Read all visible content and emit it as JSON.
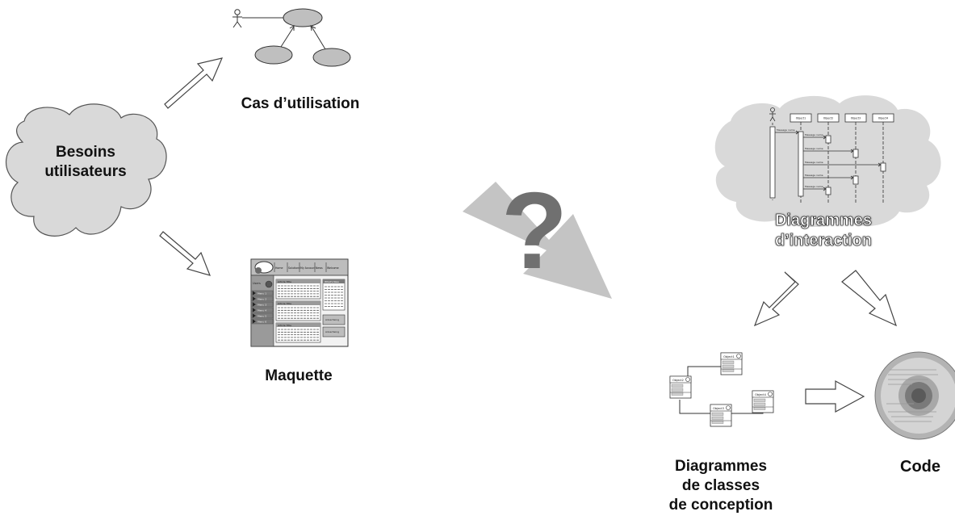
{
  "labels": {
    "besoins": [
      "Besoins",
      "utilisateurs"
    ],
    "cas_utilisation": "Cas d’utilisation",
    "maquette": "Maquette",
    "question_mark": "?",
    "diagrammes_interaction": [
      "Diagrammes",
      "d’interaction"
    ],
    "diagrammes_classes": [
      "Diagrammes",
      "de classes",
      "de conception"
    ],
    "code": "Code"
  },
  "mockup": {
    "nav_items": [
      "Home",
      "Solutions",
      "My Account",
      "News",
      "Welcome"
    ],
    "user_label": "Users",
    "side_menu": [
      "Menu 1",
      "Menu 2",
      "Menu 3",
      "Menu 4",
      "Menu 5",
      "Menu 6"
    ],
    "panel_titles": [
      "Article Title",
      "Article Title",
      "Article Title"
    ],
    "right_title": "What's New",
    "buttons": [
      "Advertising",
      "Advertising"
    ]
  },
  "sequence": {
    "objects": [
      "Object1",
      "Object2",
      "Object3",
      "Object4"
    ],
    "messages": [
      "Message name",
      "Message name",
      "Message name",
      "Message name",
      "Message name",
      "Message name"
    ]
  },
  "classes": {
    "boxes": [
      "Object1",
      "Object2",
      "Object3",
      "Object4"
    ]
  },
  "colors": {
    "cloud_fill": "#d9d9d9",
    "stroke": "#333333",
    "big_arrow": "#c4c4c4",
    "question": "#707070",
    "ellipse_fill": "#bfbfbf"
  }
}
